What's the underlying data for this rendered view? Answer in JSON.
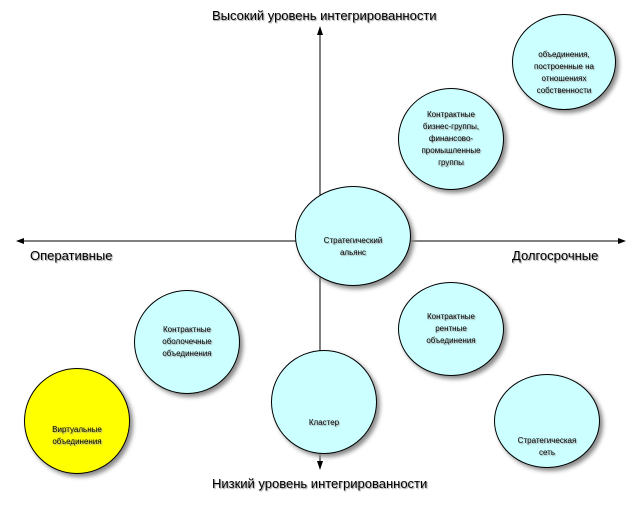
{
  "axes": {
    "top": "Высокий уровень интегрированности",
    "bottom": "Низкий уровень интегрированности",
    "left": "Оперативные",
    "right": "Долгосрочные"
  },
  "bubbles": {
    "associations": "объединения,\nпостроенные  на\nотношениях\nсобственности",
    "business_groups": "Контрактные\nбизнес-группы,\nфинансово-\nпромышленные\nгруппы",
    "strategic_alliance": "Стратегический\nальянс",
    "shell_associations": "Контрактные\nоболочечные\nобъединения",
    "rent_associations": "Контрактные\nрентные\nобъединения",
    "virtual": "Виртуальные\nобъединения",
    "cluster": "Кластер",
    "strategic_network": "Стратегическая\nсеть"
  },
  "colors": {
    "bubble_fill": "#ccffff",
    "virtual_fill": "#ffff00"
  }
}
